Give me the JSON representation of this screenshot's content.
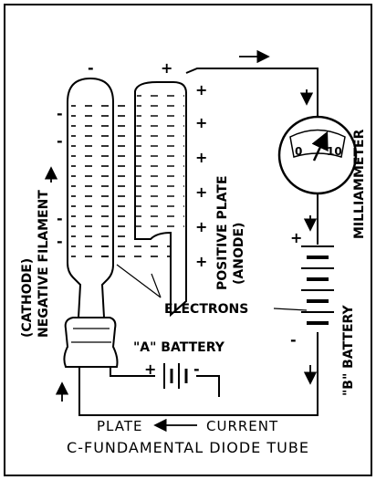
{
  "diagram": {
    "labels": {
      "cathode": "(CATHODE)",
      "negative_filament": "NEGATIVE FILAMENT",
      "positive_plate": "POSITIVE PLATE",
      "anode": "(ANODE)",
      "milliammeter": "MILLIAMMETER",
      "meter_min": "0",
      "meter_max": "10",
      "electrons": "ELECTRONS",
      "a_battery": "\"A\" BATTERY",
      "b_battery": "\"B\" BATTERY",
      "plate": "PLATE",
      "current": "CURRENT",
      "plus": "+",
      "minus": "-"
    },
    "caption": "C-FUNDAMENTAL DIODE TUBE"
  }
}
